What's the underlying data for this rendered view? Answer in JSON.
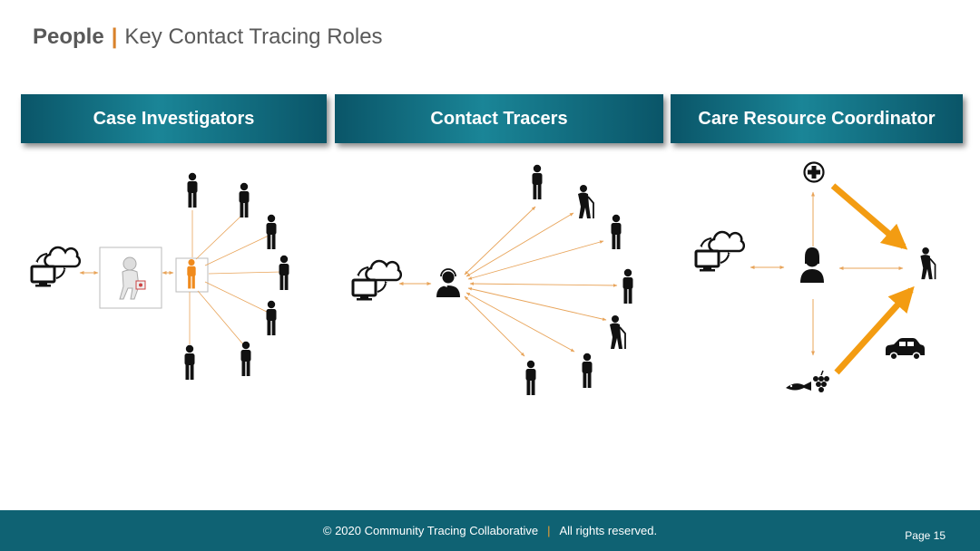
{
  "title": {
    "main": "People",
    "separator": "|",
    "sub": "Key Contact Tracing Roles"
  },
  "panels": [
    {
      "label": "Case Investigators"
    },
    {
      "label": "Contact Tracers"
    },
    {
      "label": "Care Resource Coordinator"
    }
  ],
  "footer": {
    "copyright": "© 2020 Community Tracing Collaborative",
    "separator": "|",
    "rights": "All rights reserved.",
    "page": "Page 15"
  },
  "colors": {
    "header": "#0f6273",
    "arrow": "#e8a45a",
    "accent": "#f39c12",
    "orange_person": "#f08a1c"
  },
  "icons": [
    "cloud-monitor-icon",
    "person-icon",
    "elderly-person-icon",
    "agent-headset-icon",
    "medical-cross-icon",
    "car-icon",
    "food-icon"
  ]
}
